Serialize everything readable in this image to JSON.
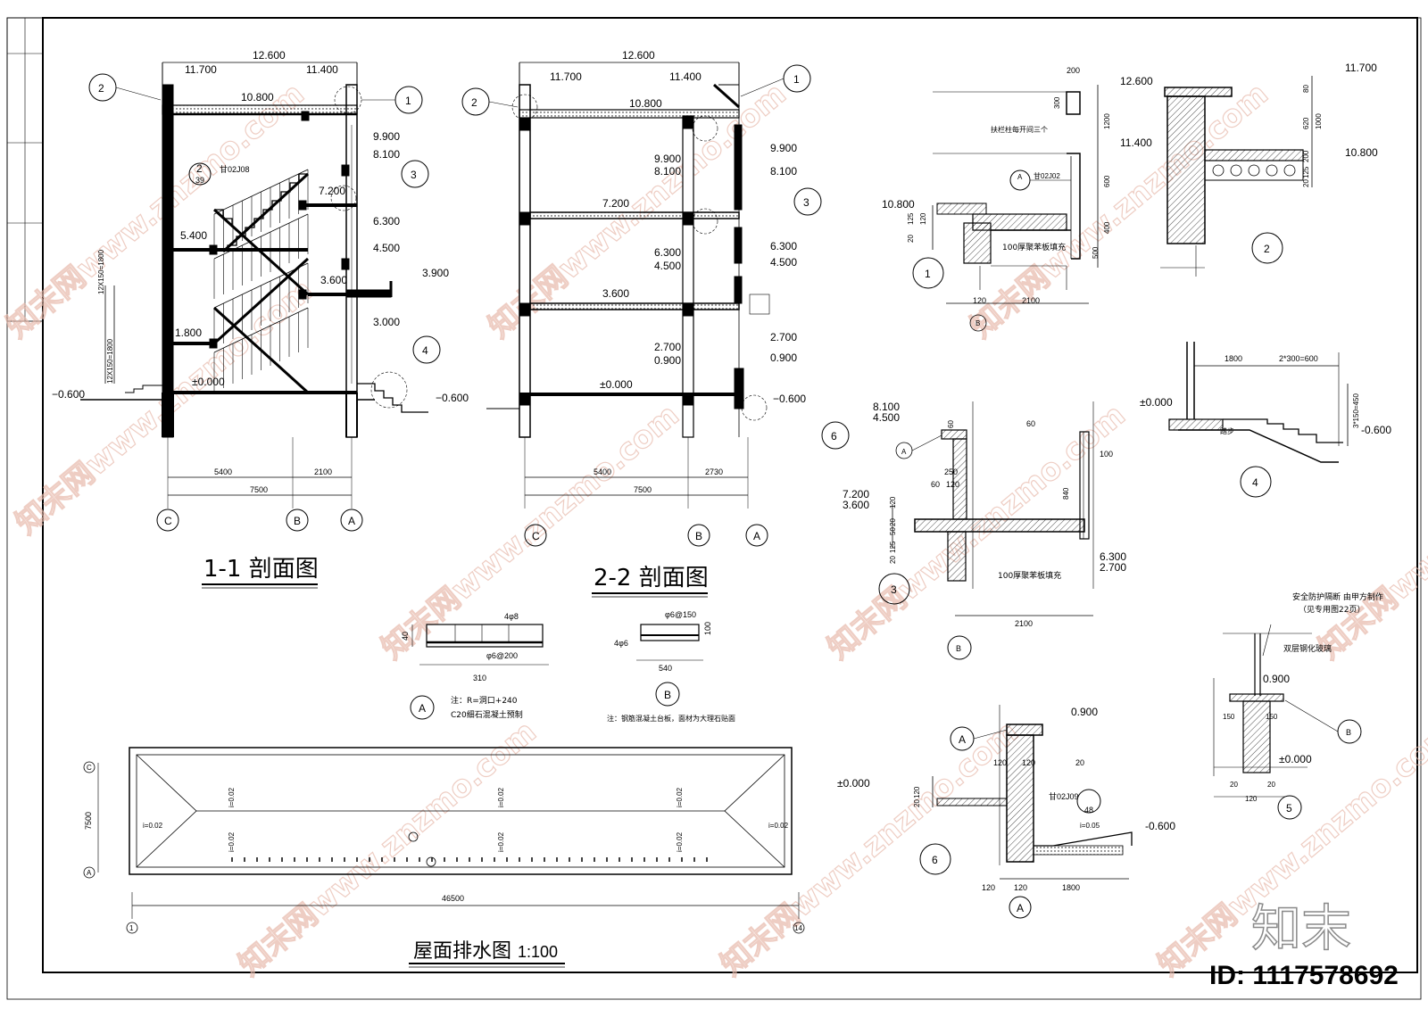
{
  "sections": {
    "s11_title": "1-1 剖面图",
    "s22_title": "2-2 剖面图",
    "roof_title": "屋面排水图",
    "roof_scale": "1:100"
  },
  "levels": {
    "l12600": "12.600",
    "l11700": "11.700",
    "l11400": "11.400",
    "l10800": "10.800",
    "l9900": "9.900",
    "l8100": "8.100",
    "l7200": "7.200",
    "l6300": "6.300",
    "l5400": "5.400",
    "l4500": "4.500",
    "l3900": "3.900",
    "l3600": "3.600",
    "l3000": "3.000",
    "l2700": "2.700",
    "l1800": "1.800",
    "l0900": "0.900",
    "l0000": "±0.000",
    "lm0600": "−0.600",
    "lm0600b": "-0.600"
  },
  "dims": {
    "d5400": "5400",
    "d2100": "2100",
    "d7500": "7500",
    "d2730": "2730",
    "d46500": "46500",
    "d1800": "1800",
    "d2x300": "2*300=600",
    "d3x150": "3*150=450",
    "stair1": "12X150=1800",
    "stair2": "12X150=1800",
    "d200": "200",
    "d300": "300",
    "d1200": "1200",
    "d600": "600",
    "d400": "400",
    "d500": "500",
    "d120": "120",
    "d125": "125",
    "d20": "20",
    "d80": "80",
    "d620": "620",
    "d1000": "1000",
    "d60": "60",
    "d250": "250",
    "d840": "840",
    "d100": "100",
    "d50": "50",
    "d310": "310",
    "d40": "40",
    "d540": "540",
    "d150": "150"
  },
  "axes": {
    "A": "A",
    "B": "B",
    "C": "C",
    "ax1": "1",
    "ax14": "14"
  },
  "callouts": {
    "c1": "1",
    "c2": "2",
    "c3": "3",
    "c4": "4",
    "c5": "5",
    "c6": "6",
    "c39": "39",
    "c48": "48"
  },
  "notes": {
    "ref_j08": "甘02J08",
    "ref_j02": "甘02J02",
    "ref_j09": "甘02J09",
    "fill100": "100厚聚苯板填充",
    "fill100b": "100厚聚苯板填充",
    "rail_note": "扶栏柱每开间三个",
    "noteA1": "注：R=洞口+240",
    "noteA2": "C20细石混凝土预制",
    "noteB": "注：钢筋混凝土台板，面材为大理石贴面",
    "rebarA1": "4φ8",
    "rebarA2": "φ6@200",
    "rebarB1": "φ6@150",
    "rebarB2": "4φ6",
    "slope": "i=0.05",
    "roof_slope": "i=0.02",
    "guard1": "安全防护隔断 由甲方制作",
    "guard2": "（见专用图22页）",
    "glass": "双层钢化玻璃",
    "steps": "踏步"
  },
  "brand": "知末",
  "id_label": "ID: 1117578692",
  "watermark": "知末网www.znzmo.com"
}
